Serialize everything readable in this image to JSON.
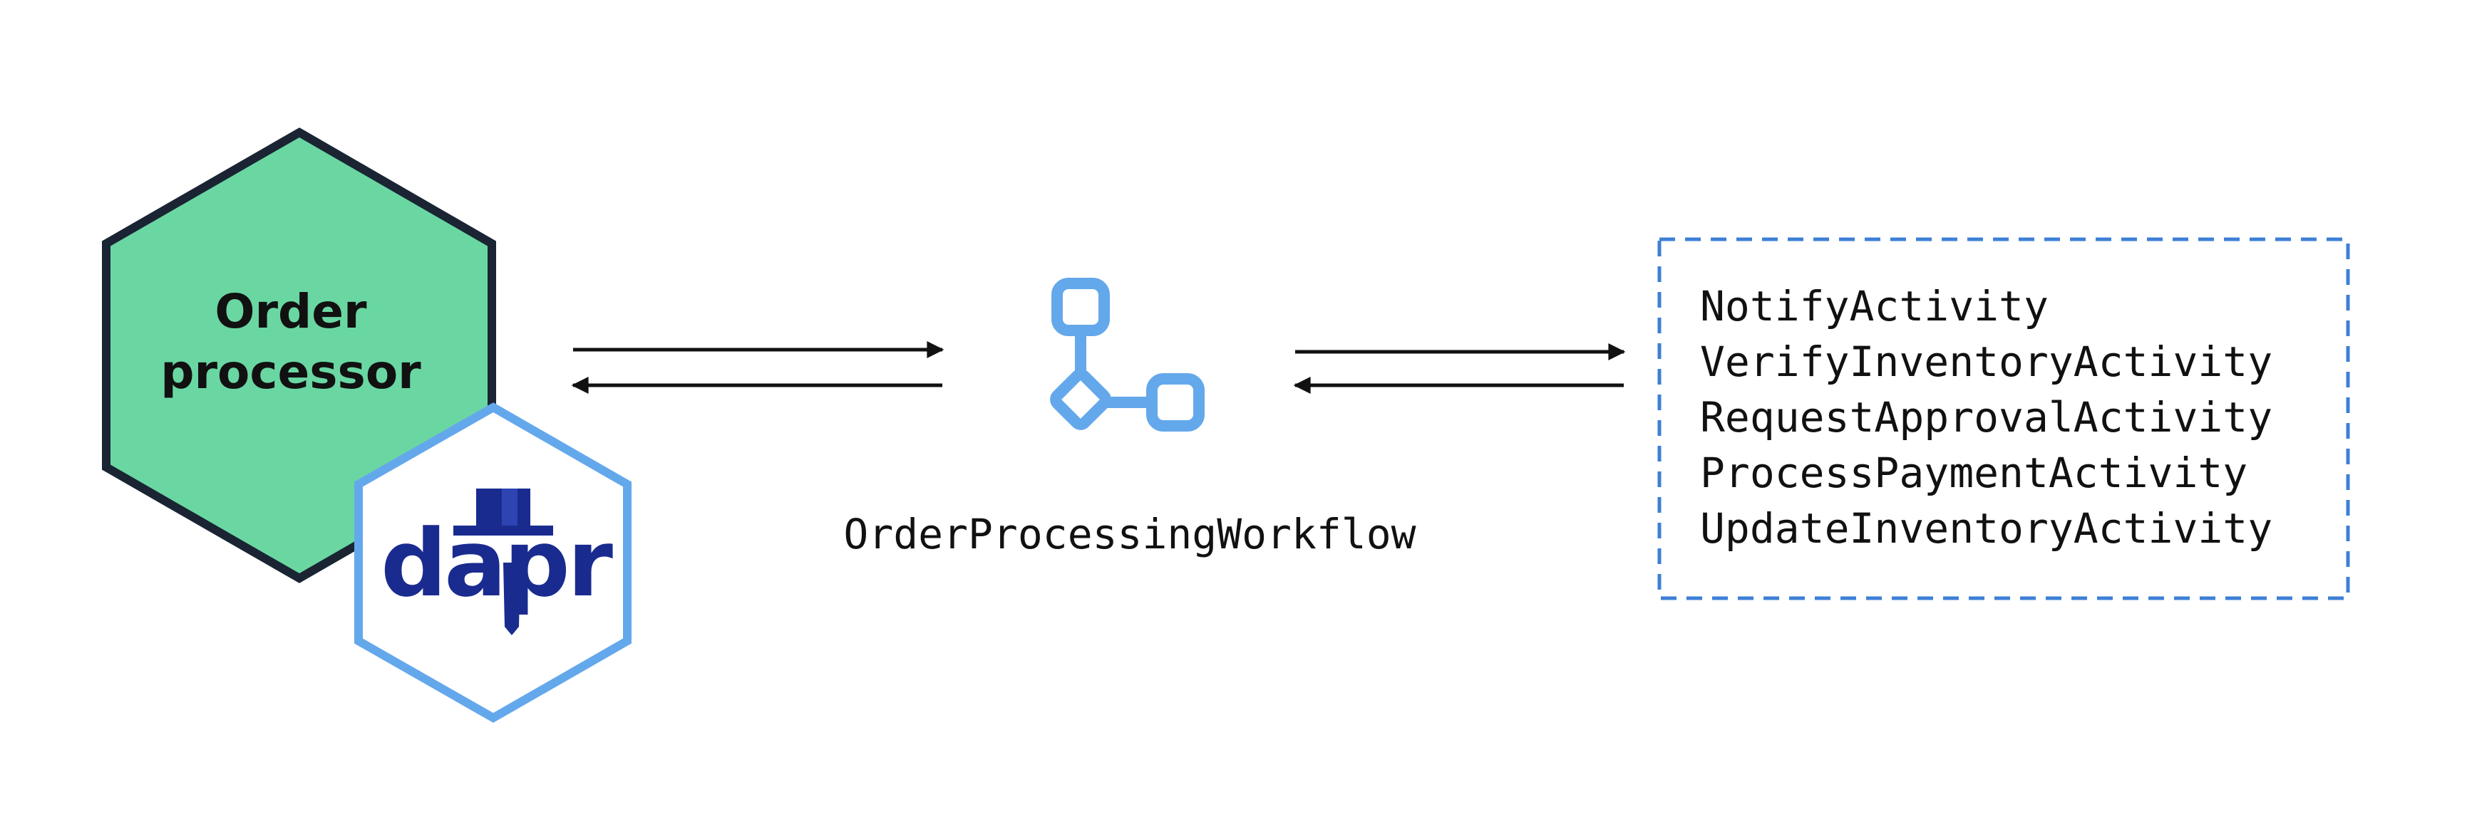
{
  "service": {
    "label_line1": "Order",
    "label_line2": "processor",
    "sidecar_logo_text": "dapr"
  },
  "workflow": {
    "name": "OrderProcessingWorkflow",
    "icon": "workflow-icon"
  },
  "activities": {
    "items": [
      "NotifyActivity",
      "VerifyInventoryActivity",
      "RequestApprovalActivity",
      "ProcessPaymentActivity",
      "UpdateInventoryActivity"
    ]
  },
  "colors": {
    "service_fill": "#6ad7a3",
    "service_stroke": "#1a2433",
    "dapr_blue": "#1a2b8f",
    "accent_blue": "#64a8ec",
    "box_border": "#3d7fd6",
    "arrow": "#111111"
  }
}
